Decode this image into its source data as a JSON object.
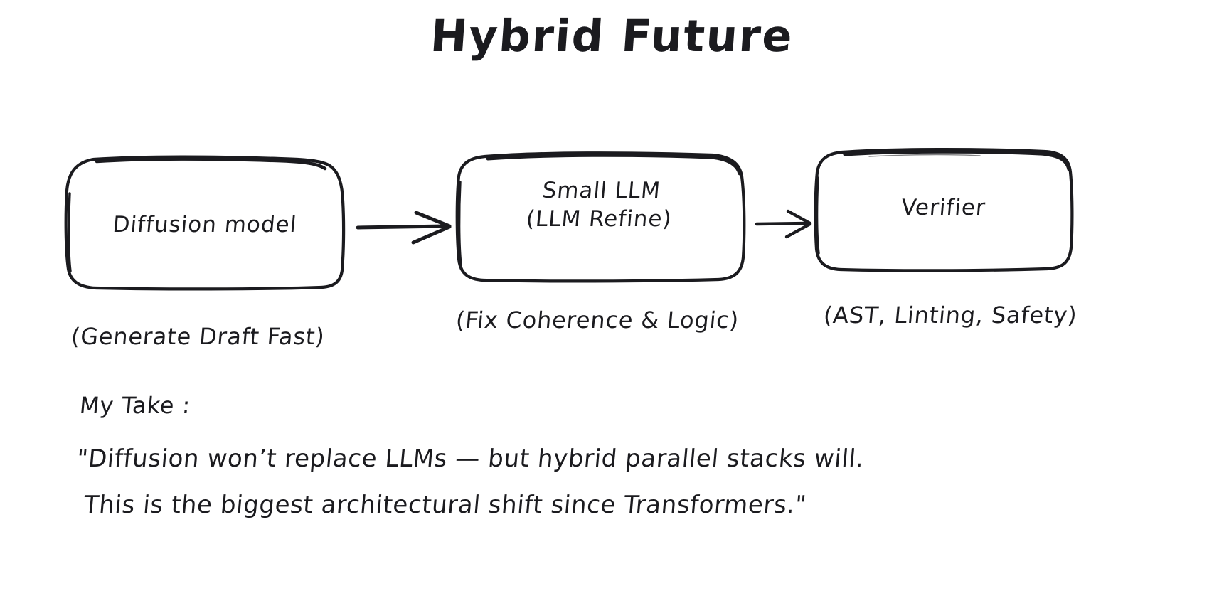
{
  "page": {
    "title": "Hybrid Future",
    "background_color": "#ffffff",
    "ink_color": "#1b1b1f"
  },
  "diagram": {
    "type": "flow",
    "nodes": [
      {
        "id": "diffusion-model",
        "label": "Diffusion model",
        "caption": "(Generate Draft Fast)"
      },
      {
        "id": "small-llm",
        "label": "Small LLM\n(LLM Refine)",
        "caption": "(Fix Coherence & Logic)"
      },
      {
        "id": "verifier",
        "label": "Verifier",
        "caption": "(AST, Linting, Safety)"
      }
    ],
    "edges": [
      {
        "id": "edge-1",
        "from": "diffusion-model",
        "to": "small-llm",
        "arrow": "arrow-right-icon"
      },
      {
        "id": "edge-2",
        "from": "small-llm",
        "to": "verifier",
        "arrow": "arrow-right-icon"
      }
    ]
  },
  "note": {
    "heading": "My Take :",
    "quote_line_1": "\"Diffusion won’t replace LLMs — but hybrid parallel stacks will.",
    "quote_line_2": "This is the biggest architectural shift since Transformers.\""
  }
}
